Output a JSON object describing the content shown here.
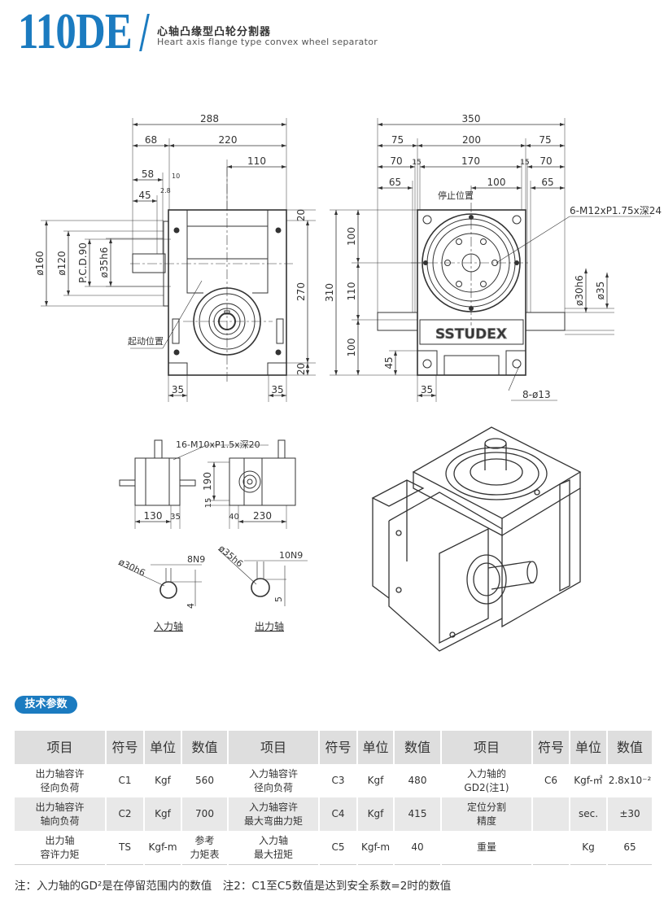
{
  "header": {
    "model": "110DE",
    "title_cn": "心轴凸缘型凸轮分割器",
    "title_en": "Heart axis flange type convex wheel separator"
  },
  "front_view": {
    "dimensions": [
      "288",
      "68",
      "220",
      "110",
      "58",
      "45",
      "2.8",
      "10",
      "ø160",
      "ø120",
      "P.C.D.90",
      "ø35h6",
      "20",
      "270",
      "20",
      "35",
      "35"
    ],
    "start_position_label": "起动位置"
  },
  "side_view": {
    "dimensions": [
      "350",
      "75",
      "200",
      "75",
      "70",
      "15",
      "170",
      "15",
      "70",
      "65",
      "100",
      "65",
      "310",
      "100",
      "110",
      "100",
      "45",
      "35",
      "ø30h6",
      "ø35"
    ],
    "stop_position_label": "停止位置",
    "tap_note": "6-M12xP1.75x深24",
    "hole_note": "8-ø13",
    "brand": "SSTUDEX"
  },
  "small_views": {
    "tap_note": "16-M10xP1.5x深20",
    "dimensions": [
      "130",
      "35",
      "190",
      "15",
      "40",
      "230"
    ]
  },
  "shaft_sections": {
    "input": {
      "diameter": "ø30h6",
      "keyway": "8N9",
      "depth": "4",
      "label": "入力轴"
    },
    "output": {
      "diameter": "ø35h6",
      "keyway": "10N9",
      "depth": "5",
      "label": "出力轴"
    }
  },
  "specs": {
    "section_label": "技术参数",
    "headers": [
      "项目",
      "符号",
      "单位",
      "数值",
      "项目",
      "符号",
      "单位",
      "数值",
      "项目",
      "符号",
      "单位",
      "数值"
    ],
    "rows": [
      [
        {
          "l1": "出力轴容许",
          "l2": "径向负荷"
        },
        "C1",
        "Kgf",
        "560",
        {
          "l1": "入力轴容许",
          "l2": "径向负荷"
        },
        "C3",
        "Kgf",
        "480",
        {
          "l1": "入力轴的",
          "l2": "GD2(注1)"
        },
        "C6",
        "Kgf-㎡",
        "2.8x10⁻²"
      ],
      [
        {
          "l1": "出力轴容许",
          "l2": "轴向负荷"
        },
        "C2",
        "Kgf",
        "700",
        {
          "l1": "入力轴容许",
          "l2": "最大弯曲力矩"
        },
        "C4",
        "Kgf",
        "415",
        {
          "l1": "定位分割",
          "l2": "精度"
        },
        "",
        "sec.",
        "±30"
      ],
      [
        {
          "l1": "出力轴",
          "l2": "容许力矩"
        },
        "TS",
        "Kgf-m",
        {
          "l1": "参考",
          "l2": "力矩表"
        },
        {
          "l1": "入力轴",
          "l2": "最大扭矩"
        },
        "C5",
        "Kgf-m",
        "40",
        {
          "l1": "重量",
          "l2": ""
        },
        "",
        "Kg",
        "65"
      ]
    ],
    "footnote": "注：入力轴的GD²是在停留范围内的数值　注2：C1至C5数值是达到安全系数=2时的数值"
  },
  "colors": {
    "brand_blue": "#1b7bc0",
    "line": "#333333",
    "table_header": "#dedede"
  }
}
